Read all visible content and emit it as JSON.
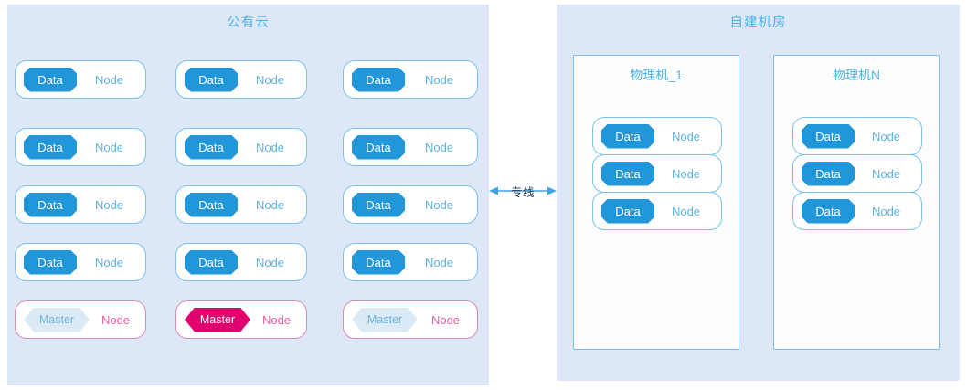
{
  "diagram": {
    "title_public_cloud": "公有云",
    "title_idc": "自建机房",
    "link_label": "专线",
    "colors": {
      "zone_bg": "#dee7f7",
      "title_blue": "#4eb3e4",
      "data_badge": "#2196d9",
      "master_active": "#e2006e",
      "master_inactive": "#dbeaf5",
      "card_border_blue": "#79c3e8",
      "card_border_pink": "#d98ab4",
      "node_label_blue": "#5ab4e0",
      "node_label_pink": "#e85fa0",
      "machine_border": "#7cc0e6",
      "link_arrow": "#3aa5e0",
      "link_text": "#2b3a52"
    }
  },
  "public_cloud": {
    "title": "公有云",
    "columns": [
      {
        "name": "column-1",
        "cards": [
          {
            "badge": "Data",
            "label": "Node",
            "type": "data",
            "active": false
          },
          {
            "badge": "Data",
            "label": "Node",
            "type": "data",
            "active": false
          },
          {
            "badge": "Data",
            "label": "Node",
            "type": "data",
            "active": false
          },
          {
            "badge": "Data",
            "label": "Node",
            "type": "data",
            "active": false
          },
          {
            "badge": "Master",
            "label": "Node",
            "type": "master",
            "active": false
          }
        ]
      },
      {
        "name": "column-2",
        "cards": [
          {
            "badge": "Data",
            "label": "Node",
            "type": "data",
            "active": false
          },
          {
            "badge": "Data",
            "label": "Node",
            "type": "data",
            "active": false
          },
          {
            "badge": "Data",
            "label": "Node",
            "type": "data",
            "active": false
          },
          {
            "badge": "Data",
            "label": "Node",
            "type": "data",
            "active": false
          },
          {
            "badge": "Master",
            "label": "Node",
            "type": "master",
            "active": true
          }
        ]
      },
      {
        "name": "column-3",
        "cards": [
          {
            "badge": "Data",
            "label": "Node",
            "type": "data",
            "active": false
          },
          {
            "badge": "Data",
            "label": "Node",
            "type": "data",
            "active": false
          },
          {
            "badge": "Data",
            "label": "Node",
            "type": "data",
            "active": false
          },
          {
            "badge": "Data",
            "label": "Node",
            "type": "data",
            "active": false
          },
          {
            "badge": "Master",
            "label": "Node",
            "type": "master",
            "active": false
          }
        ]
      }
    ]
  },
  "idc": {
    "title": "自建机房",
    "machines": [
      {
        "name": "machine-1",
        "title": "物理机_1",
        "cards": [
          {
            "badge": "Data",
            "label": "Node",
            "type": "data",
            "active": false
          },
          {
            "badge": "Data",
            "label": "Node",
            "type": "data",
            "active": false
          },
          {
            "badge": "Data",
            "label": "Node",
            "type": "data",
            "active": false
          }
        ]
      },
      {
        "name": "machine-n",
        "title": "物理机N",
        "cards": [
          {
            "badge": "Data",
            "label": "Node",
            "type": "data",
            "active": false
          },
          {
            "badge": "Data",
            "label": "Node",
            "type": "data",
            "active": false
          },
          {
            "badge": "Data",
            "label": "Node",
            "type": "data",
            "active": false
          }
        ]
      }
    ]
  },
  "link": {
    "label": "专线",
    "icon": "double-arrow-icon"
  }
}
